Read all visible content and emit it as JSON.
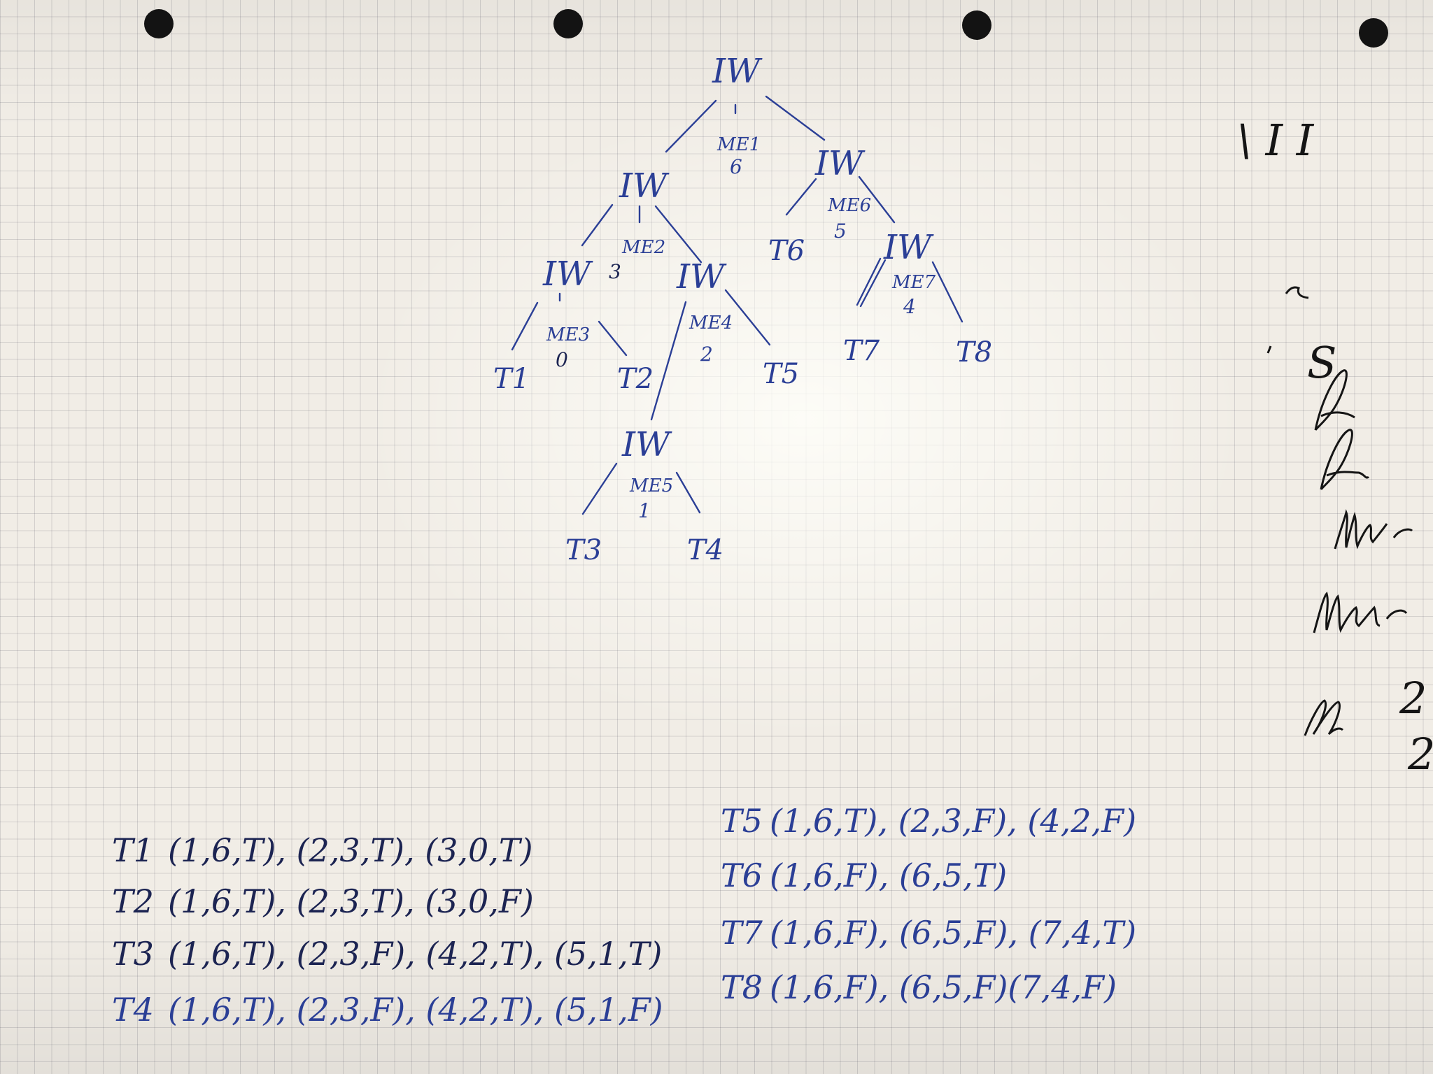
{
  "tree": {
    "root": {
      "label": "IW",
      "me": "ME1",
      "me_value": "6"
    },
    "left": {
      "label": "IW",
      "me": "ME2",
      "me_value": "3"
    },
    "right": {
      "label": "IW",
      "me": "ME6",
      "me_value": "5"
    },
    "left_left": {
      "label": "IW",
      "me": "ME3",
      "me_value": "0"
    },
    "left_right": {
      "label": "IW",
      "me": "ME4",
      "me_value": "2"
    },
    "right_right": {
      "label": "IW",
      "me": "ME7",
      "me_value": "4"
    },
    "bottom": {
      "label": "IW",
      "me": "ME5",
      "me_value": "1"
    },
    "leaves": {
      "t1": "T1",
      "t2": "T2",
      "t3": "T3",
      "t4": "T4",
      "t5": "T5",
      "t6": "T6",
      "t7": "T7",
      "t8": "T8"
    }
  },
  "traces": [
    {
      "name": "T1",
      "text": "(1,6,T), (2,3,T), (3,0,T)"
    },
    {
      "name": "T2",
      "text": "(1,6,T), (2,3,T), (3,0,F)"
    },
    {
      "name": "T3",
      "text": "(1,6,T), (2,3,F), (4,2,T), (5,1,T)"
    },
    {
      "name": "T4",
      "text": "(1,6,T), (2,3,F), (4,2,T), (5,1,F)"
    },
    {
      "name": "T5",
      "text": "(1,6,T), (2,3,F), (4,2,F)"
    },
    {
      "name": "T6",
      "text": "(1,6,F), (6,5,T)"
    },
    {
      "name": "T7",
      "text": "(1,6,F), (6,5,F), (7,4,T)"
    },
    {
      "name": "T8",
      "text": "(1,6,F), (6,5,F)(7,4,F)"
    }
  ],
  "margin_scribbles": {
    "top": "\\ I I",
    "mid": "S",
    "bottom": "2"
  },
  "colors": {
    "ink": "#2b3f96",
    "paper": "#f1ede6",
    "hole": "#131313"
  }
}
